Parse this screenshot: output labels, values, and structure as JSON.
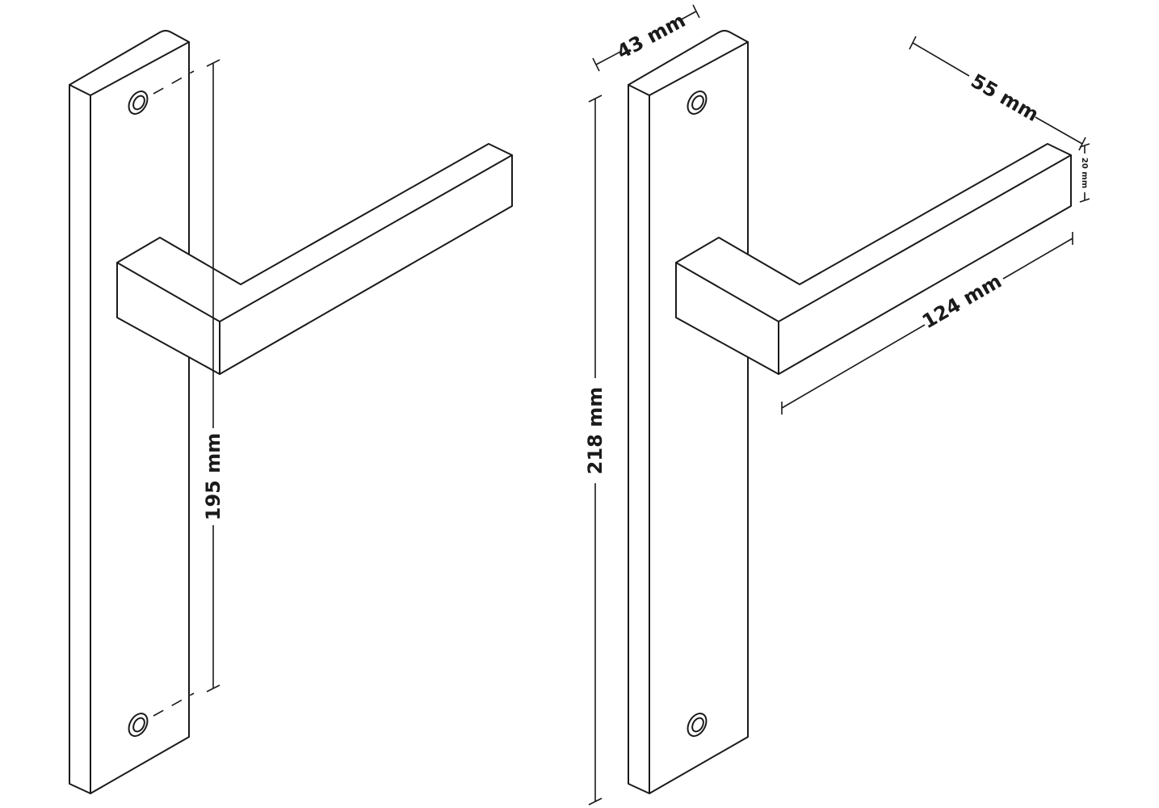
{
  "dimensions": {
    "hole_spacing": "195 mm",
    "plate_height": "218 mm",
    "plate_width": "43 mm",
    "handle_projection": "55 mm",
    "lever_thickness": "20 mm",
    "lever_length": "124 mm"
  }
}
